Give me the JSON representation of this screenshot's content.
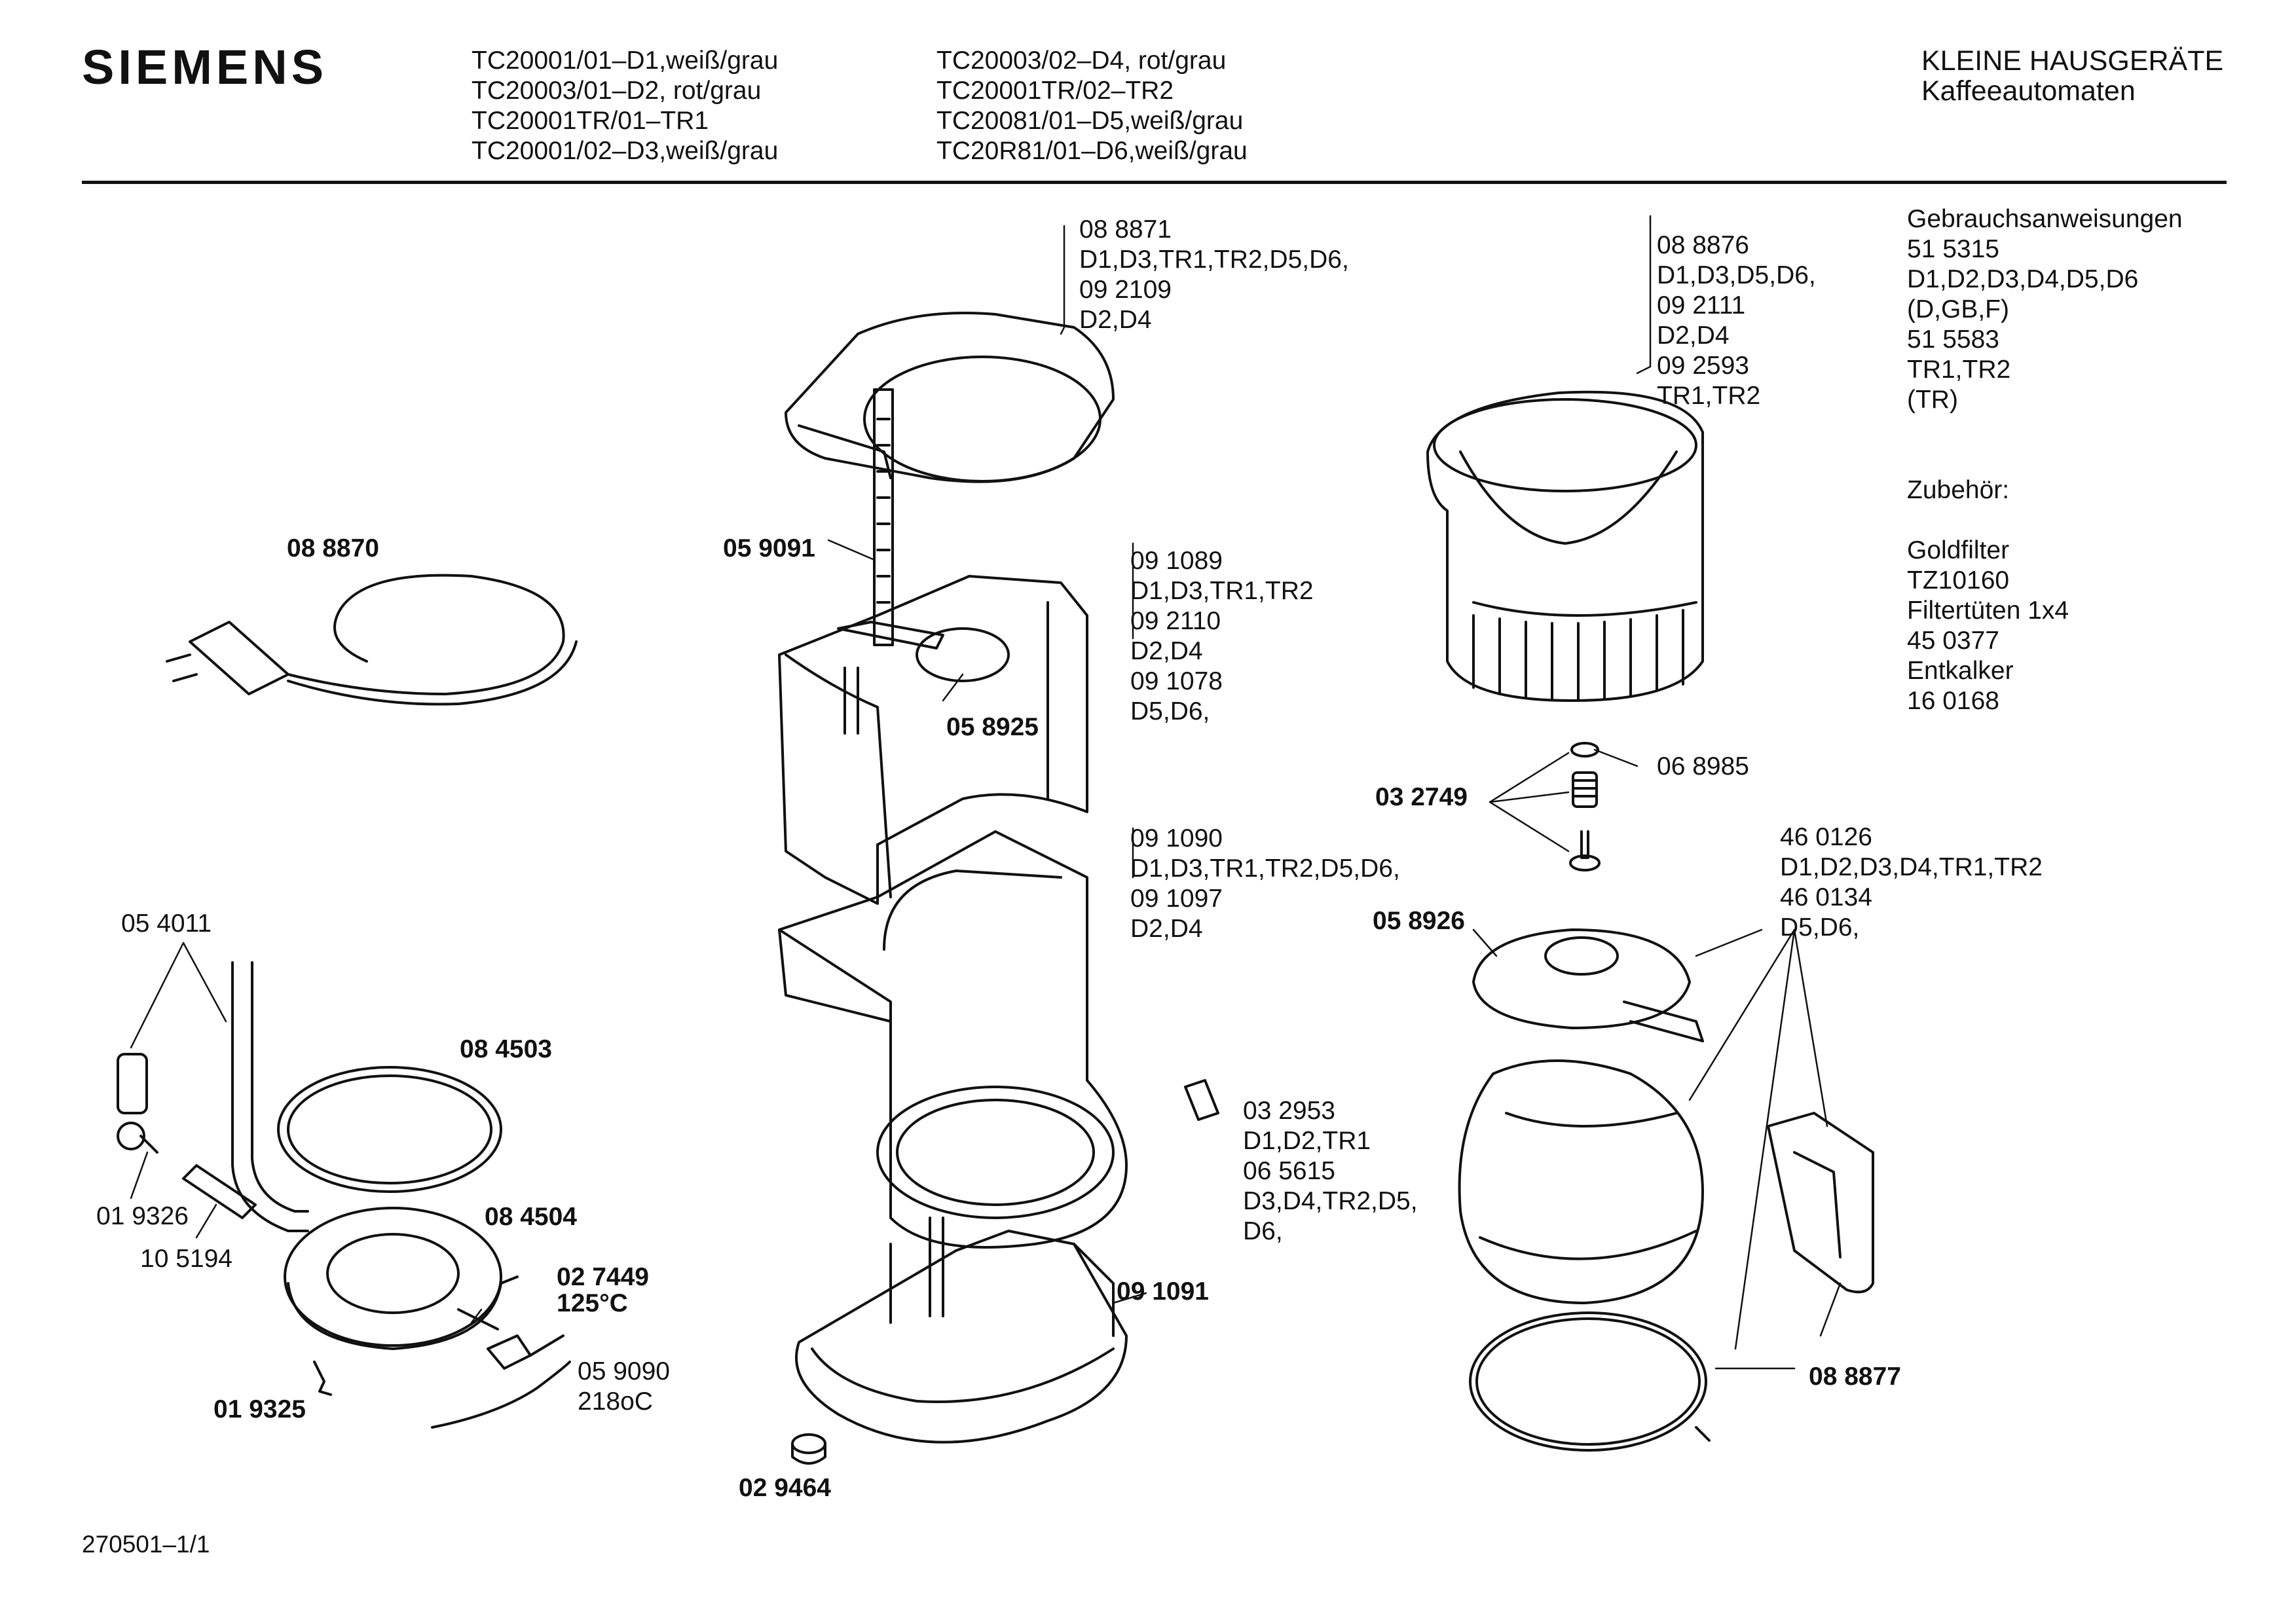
{
  "header": {
    "brand": "SIEMENS",
    "models_col1": [
      "TC20001/01–D1,weiß/grau",
      "TC20003/01–D2, rot/grau",
      "TC20001TR/01–TR1",
      "TC20001/02–D3,weiß/grau"
    ],
    "models_col2": [
      "TC20003/02–D4, rot/grau",
      "TC20001TR/02–TR2",
      "TC20081/01–D5,weiß/grau",
      "TC20R81/01–D6,weiß/grau"
    ],
    "category_line1": "KLEINE HAUSGERÄTE",
    "category_line2": "Kaffeeautomaten"
  },
  "instructions": {
    "heading": "Gebrauchsanweisungen",
    "lines": [
      "51 5315",
      "D1,D2,D3,D4,D5,D6",
      "(D,GB,F)",
      "51 5583",
      "TR1,TR2",
      "(TR)"
    ]
  },
  "accessories": {
    "heading": "Zubehör:",
    "lines": [
      "Goldfilter",
      "TZ10160",
      "Filtertüten 1x4",
      "45 0377",
      "Entkalker",
      "16 0168"
    ]
  },
  "part_labels": {
    "cord": "08 8870",
    "water_gauge": "05 9091",
    "swivel_arm": "05 8925",
    "seal_ring": "08 4503",
    "heater_plate": "08 4504",
    "thermo_fuse": "02 7449",
    "thermo_temp": "125°C",
    "clip": "01 9325",
    "base_housing": "09 1091",
    "foot": "02 9464",
    "valve": "03 2749",
    "lid_carafe": "05 8926",
    "carafe_handle": "08 8877"
  },
  "part_groups": {
    "lid": [
      "08 8871",
      "D1,D3,TR1,TR2,D5,D6,",
      "09 2109",
      "D2,D4"
    ],
    "upper_housing": [
      "09 1089",
      "D1,D3,TR1,TR2",
      "09 2110",
      "D2,D4",
      "09 1078",
      "D5,D6,"
    ],
    "lower_housing": [
      "09 1090",
      "D1,D3,TR1,TR2,D5,D6,",
      "09 1097",
      "D2,D4"
    ],
    "filter": [
      "08 8876",
      "D1,D3,D5,D6,",
      "09 2111",
      "D2,D4",
      "09 2593",
      "TR1,TR2"
    ],
    "switch": [
      "03 2953",
      "D1,D2,TR1",
      "06 5615",
      "D3,D4,TR2,D5,",
      "D6,"
    ],
    "carafe": [
      "46 0126",
      "D1,D2,D3,D4,TR1,TR2",
      "46 0134",
      "D5,D6,"
    ],
    "hose": [
      "05 4011"
    ],
    "elbow": [
      "01 9326"
    ],
    "tube": [
      "10 5194"
    ],
    "sensor_wire": [
      "05 9090",
      "218oC"
    ],
    "washer": [
      "06 8985"
    ]
  },
  "footer": {
    "code": "270501–1/1"
  }
}
